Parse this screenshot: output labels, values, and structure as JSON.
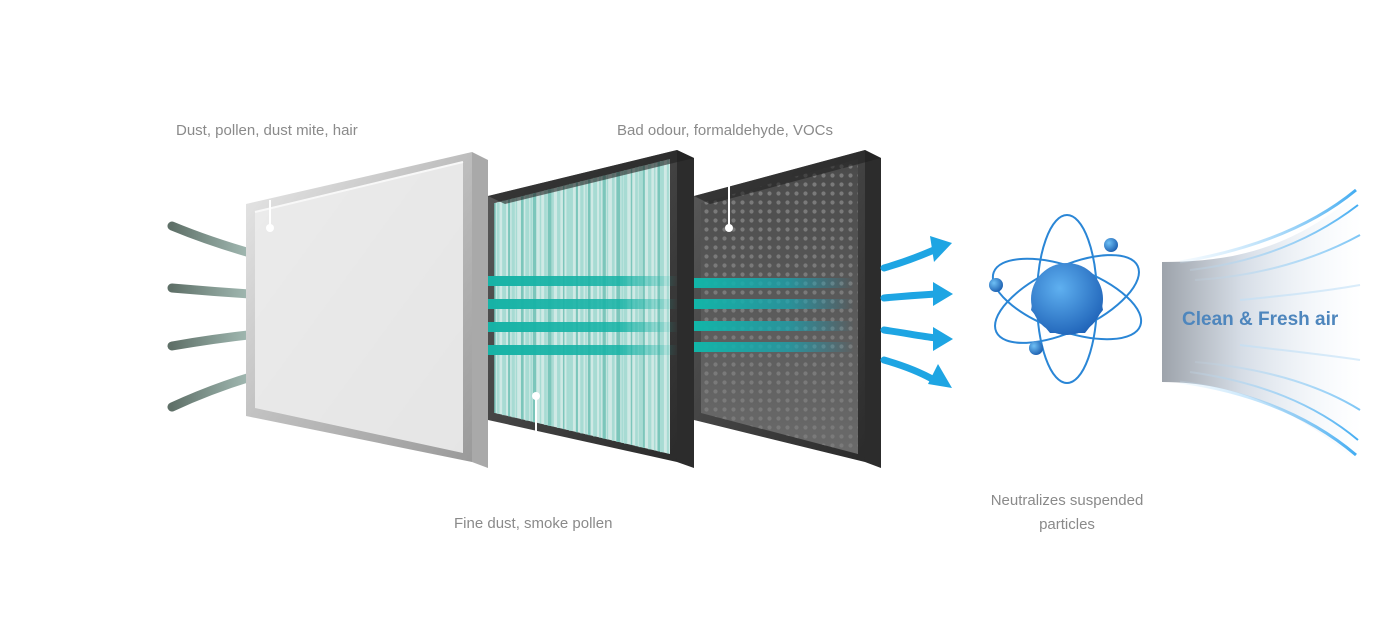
{
  "labels": {
    "prefilter": "Dust, pollen, dust mite, hair",
    "carbon": "Bad odour, formaldehyde, VOCs",
    "hepa": "Fine dust, smoke pollen",
    "ion_line1": "Neutralizes suspended",
    "ion_line2": "particles",
    "output": "Clean & Fresh air"
  },
  "colors": {
    "label_text": "#8a8a8a",
    "output_text": "#4e86bd",
    "arrow_blue": "#1ea5e3",
    "teal_stream": "#1fb7aa",
    "atom_blue": "#2a7fd1",
    "frame_dark": "#3a3a3a",
    "frame_silver": "#c9c9c9"
  },
  "icons": [
    "air-inflow-streams",
    "pre-filter-panel",
    "hepa-filter-panel",
    "carbon-filter-panel",
    "outflow-arrows",
    "atom-icon",
    "fresh-air-wave"
  ]
}
